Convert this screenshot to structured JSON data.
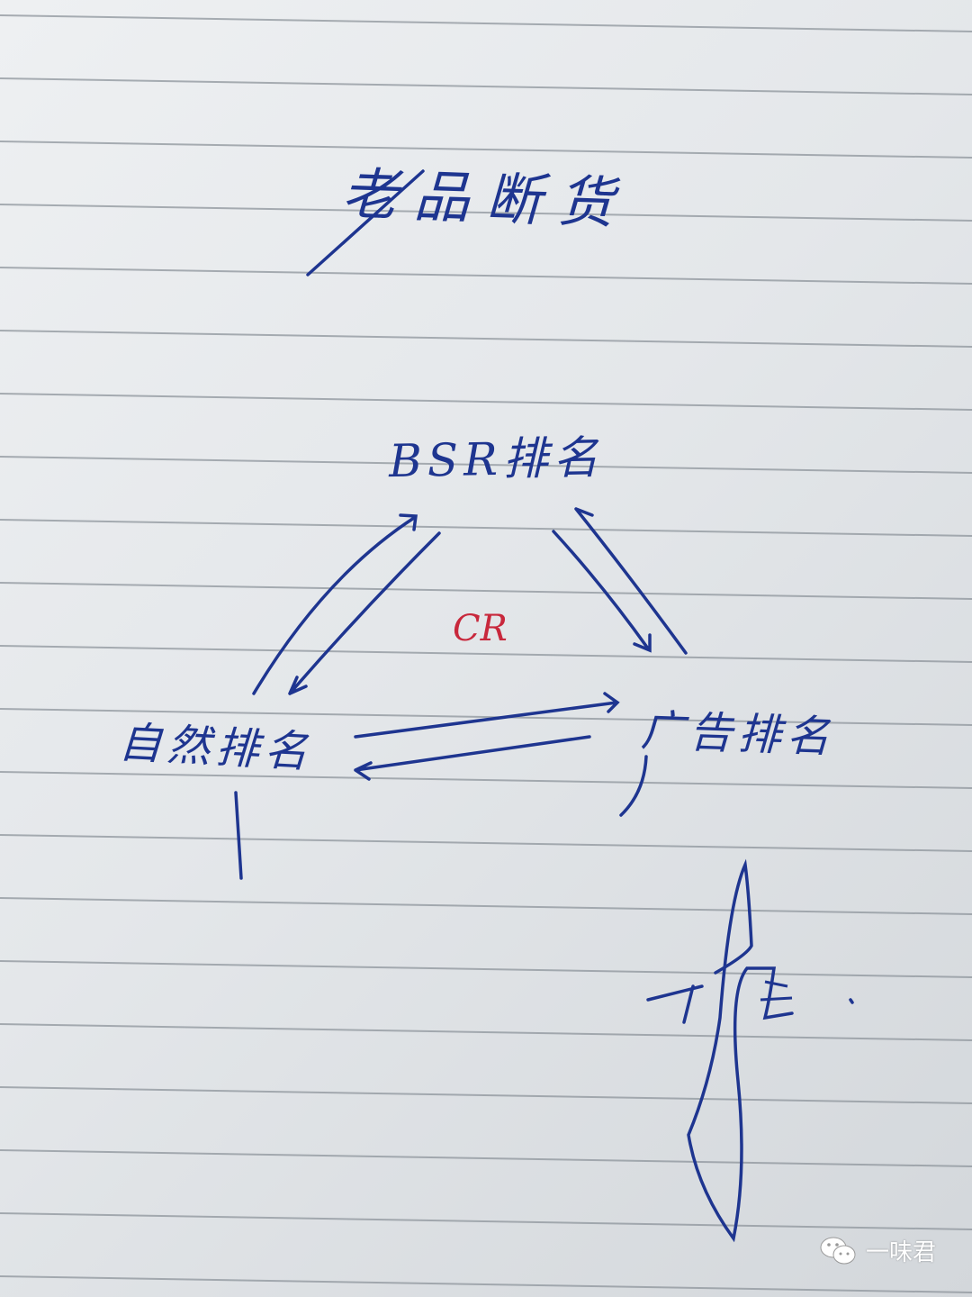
{
  "title": "老品断货",
  "nodes": {
    "top": "BSR排名",
    "left": "自然排名",
    "right": "广告排名",
    "center": "CR"
  },
  "colors": {
    "ink": "#1e3590",
    "red_ink": "#c8283c",
    "rule": "#8e959c"
  },
  "signature": "一味",
  "watermark": {
    "icon": "wechat-icon",
    "text": "一味君"
  }
}
